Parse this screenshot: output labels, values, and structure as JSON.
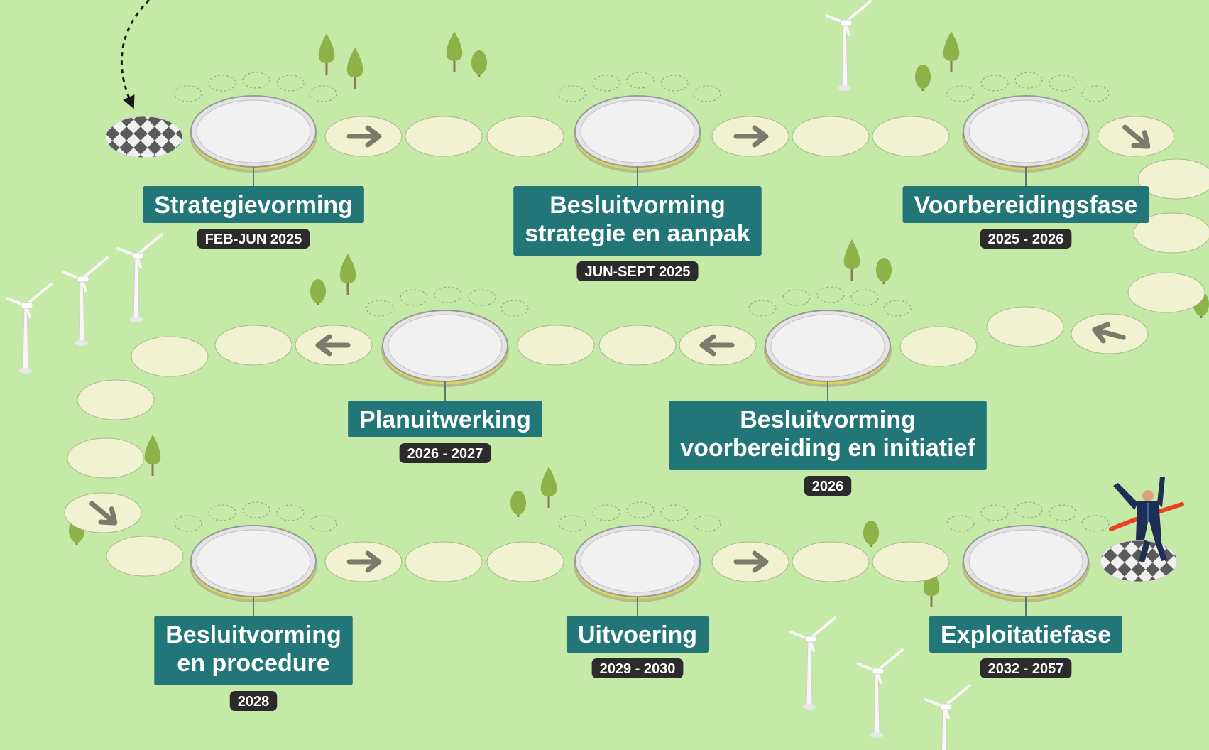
{
  "colors": {
    "background": "#c5e9a6",
    "tile": "#f1f2d2",
    "tile_stroke": "#a9b98a",
    "milestone": "#f1f1f1",
    "label_bg": "#237677",
    "date_bg": "#2b2b2b",
    "tree": "#8db247",
    "arrow": "#7b7b6b"
  },
  "milestones": [
    {
      "id": "strategievorming",
      "title": [
        "Strategievorming"
      ],
      "date": "FEB-JUN 2025"
    },
    {
      "id": "besluitvorming-strategie",
      "title": [
        "Besluitvorming",
        "strategie en aanpak"
      ],
      "date": "JUN-SEPT 2025"
    },
    {
      "id": "voorbereidingsfase",
      "title": [
        "Voorbereidingsfase"
      ],
      "date": "2025 - 2026"
    },
    {
      "id": "planuitwerking",
      "title": [
        "Planuitwerking"
      ],
      "date": "2026 - 2027"
    },
    {
      "id": "besluitvorming-voorbereiding",
      "title": [
        "Besluitvorming",
        "voorbereiding en initiatief"
      ],
      "date": "2026"
    },
    {
      "id": "besluitvorming-procedure",
      "title": [
        "Besluitvorming",
        "en procedure"
      ],
      "date": "2028"
    },
    {
      "id": "uitvoering",
      "title": [
        "Uitvoering"
      ],
      "date": "2029 - 2030"
    },
    {
      "id": "exploitatiefase",
      "title": [
        "Exploitatiefase"
      ],
      "date": "2032 - 2057"
    }
  ],
  "icons": {
    "start": "checkered-start-icon",
    "finish": "checkered-finish-icon",
    "tree": "tree-icon",
    "wind_turbine": "wind-turbine-icon",
    "runner": "runner-finish-icon",
    "arrow": "arrow-icon",
    "dashed_arrow": "dashed-arrow-icon"
  }
}
